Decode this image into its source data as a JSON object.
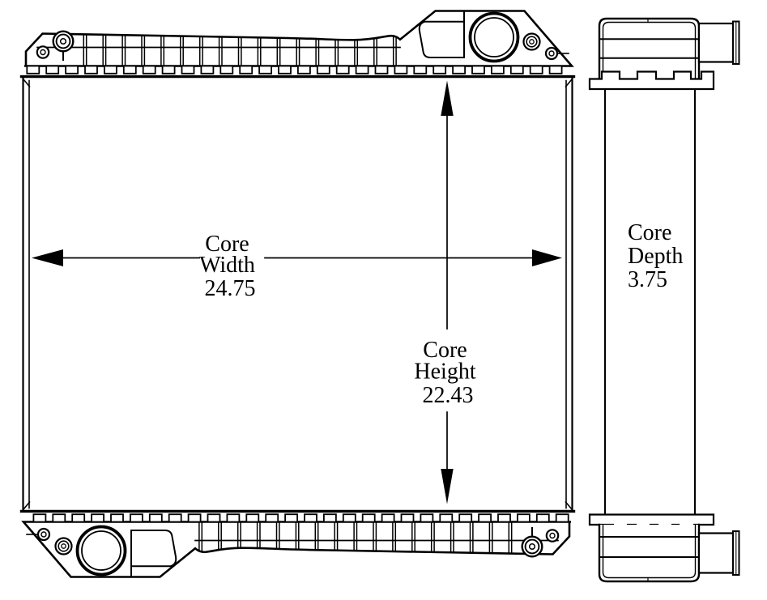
{
  "figure": {
    "background": "#ffffff",
    "line_color": "#000000"
  },
  "annotations": {
    "core_width": {
      "line1": "Core",
      "line2": "Width",
      "value": "24.75"
    },
    "core_height": {
      "line1": "Core",
      "line2": "Height",
      "value": "22.43"
    },
    "core_depth": {
      "line1": "Core",
      "line2": "Depth",
      "value": "3.75"
    }
  }
}
